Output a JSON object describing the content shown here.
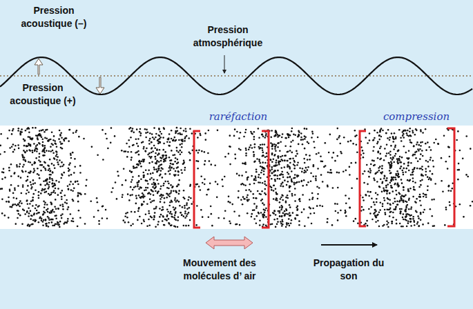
{
  "diagram": {
    "labels": [
      "Pression acoustique (–)",
      "Pression atmosphérique",
      "Pression acoustique (+)",
      "raréfaction",
      "compression",
      "Mouvement des molécules d’ air",
      "Propagation du son"
    ]
  }
}
